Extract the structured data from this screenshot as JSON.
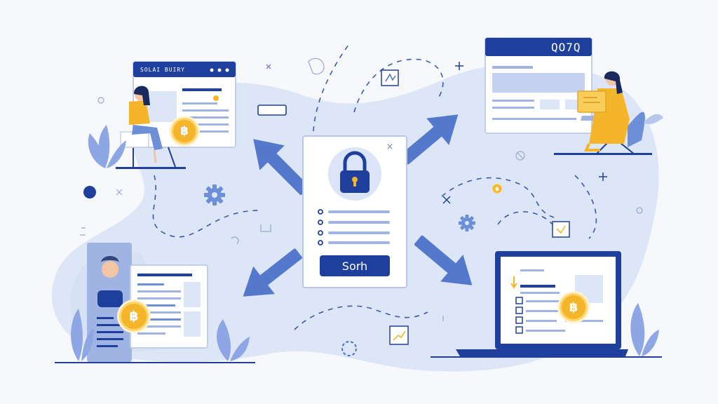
{
  "top_left_window": {
    "title": "SOLAI BUIRY"
  },
  "top_right_window": {
    "title": "QO7Q"
  },
  "login_card": {
    "button_label": "Sorh",
    "close_glyph": "×"
  },
  "coins": {
    "top_left": "฿",
    "bottom_left": "฿",
    "bottom_right": "฿",
    "small_mid": "฿"
  },
  "icons": [
    "padlock-icon",
    "gear-icon",
    "close-icon",
    "coin-icon",
    "leaf-plant-icon",
    "avatar-icon",
    "checkbox-icon",
    "dashed-circle-icon"
  ],
  "colors": {
    "background": "#f7f8fb",
    "blob": "#dde6f6",
    "primary_blue": "#1e3f9c",
    "arrow_blue": "#5478cc",
    "coin_gold": "#f5b52a",
    "person_yellow": "#f5b52a"
  }
}
